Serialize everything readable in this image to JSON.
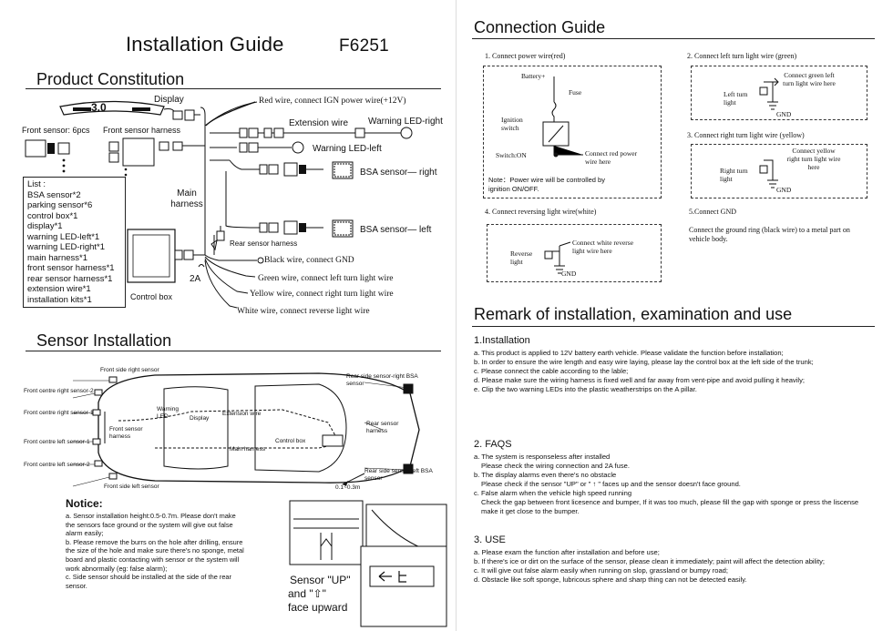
{
  "left": {
    "title": "Installation Guide",
    "model": "F6251",
    "product_heading": "Product Constitution",
    "display_label": "Display",
    "display_reading": "3.0",
    "front_sensor_label": "Front sensor: 6pcs",
    "front_harness_label": "Front sensor harness",
    "list_title": "List :",
    "list_items": [
      "BSA sensor*2",
      "parking sensor*6",
      "control box*1",
      "display*1",
      "warning LED-left*1",
      "warning LED-right*1",
      "main harness*1",
      "front sensor harness*1",
      "rear sensor harness*1",
      "extension wire*1",
      "installation kits*1"
    ],
    "main_harness": "Main harness",
    "control_box": "Control box",
    "fuse": "2A",
    "red_wire": "Red wire, connect IGN power wire(+12V)",
    "extension_wire": "Extension wire",
    "warning_right": "Warning LED-right",
    "warning_left": "Warning LED-left",
    "bsa_right": "BSA sensor— right",
    "bsa_left": "BSA sensor— left",
    "rear_harness": "Rear sensor harness",
    "black_wire": "Black wire, connect GND",
    "green_wire": "Green wire, connect left turn light wire",
    "yellow_wire": "Yellow wire, connect right turn light wire",
    "white_wire": "White wire, connect reverse light wire",
    "sensor_heading": "Sensor Installation",
    "car": {
      "front_side_right": "Front side right sensor",
      "front_centre_right2": "Front centre right sensor-2",
      "front_centre_right1": "Front centre right sensor-1",
      "front_centre_left1": "Front centre left sensor-1",
      "front_centre_left2": "Front centre left sensor-2",
      "front_side_left": "Front side left sensor",
      "warning_led": "Warning LED",
      "display": "Display",
      "extension": "Extension wire",
      "front_harness": "Front sensor harness",
      "main_harness": "Main harness",
      "control_box": "Control box",
      "rear_right": "Rear side sensor-right BSA sensor",
      "rear_harness": "Rear sensor harness",
      "rear_left": "Rear side sensor-left BSA sensor",
      "distance": "0.1~0.3m"
    },
    "notice_title": "Notice:",
    "notice_items": [
      "a. Sensor installation height:0.5-0.7m. Please don't make the sensors face ground or the system will give out false alarm easily;",
      "b. Please remove the burrs on the hole after drilling, ensure the size of the hole and make sure there's no sponge, metal board and plastic contacting with sensor or the system will work abnormally (eg: false alarm);",
      "c. Side sensor should be installed at the side of the rear sensor."
    ],
    "sensor_up": "Sensor \"UP\"",
    "and_arrow": "and \"⇧\"",
    "face_upward": "face upward"
  },
  "right": {
    "connection_heading": "Connection Guide",
    "c1_title": "1. Connect power wire(red)",
    "c1_battery": "Battery+",
    "c1_fuse": "Fuse",
    "c1_ignition": "Ignition switch",
    "c1_switch": "Switch:ON",
    "c1_connect": "Connect red power wire here",
    "c1_note": "Note：Power wire will be controlled by ignition ON/OFF.",
    "c2_title": "2. Connect left turn light wire (green)",
    "c2_light": "Left turn light",
    "c2_connect": "Connect green left turn light wire here",
    "c2_gnd": "GND",
    "c3_title": "3. Connect right turn light wire (yellow)",
    "c3_light": "Right turn light",
    "c3_connect": "Connect yellow right turn light wire here",
    "c3_gnd": "GND",
    "c4_title": "4. Connect reversing light wire(white)",
    "c4_light": "Reverse light",
    "c4_connect": "Connect white reverse light wire here",
    "c4_gnd": "GND",
    "c5_title": "5.Connect GND",
    "c5_text": "Connect the ground ring (black wire) to a metal part on vehicle body.",
    "remark_heading": "Remark of installation, examination and use",
    "s1_title": "1.Installation",
    "s1_items": [
      "a. This product is applied to 12V battery earth vehicle. Please validate the function before installation;",
      "b. In order to ensure the wire length and easy wire laying, please lay the control box at the left side of the trunk;",
      "c. Please connect the cable according to the lable;",
      "d. Please make sure the wiring harness is fixed well and far away from vent-pipe and avoid pulling it heavily;",
      "e. Clip the two warning LEDs into the plastic weatherstrips on the A pillar."
    ],
    "s2_title": "2. FAQS",
    "s2_items": [
      "a. The system is responseless after installed",
      "Please check the wiring connection and 2A fuse.",
      "b. The display alarms even there's no obstacle",
      "Please check if the sensor \"UP\" or \" ↑ \" faces up and the sensor doesn't face ground.",
      "c. False alarm when the vehicle high speed running",
      "Check the gap between front licesence and bumper, If it was too much, please fill the gap with sponge or press the liscense  make it get close to the bumper."
    ],
    "s3_title": "3. USE",
    "s3_items": [
      "a. Please exam the function after installation and before use;",
      "b. If there's ice or dirt on the surface of the sensor, please clean it immediately; paint will affect the detection ability;",
      "c. It will give out false alarm easily when running on slop, grassland or bumpy road;",
      "d. Obstacle like soft sponge, lubricous sphere and sharp thing can not be detected easily."
    ]
  }
}
